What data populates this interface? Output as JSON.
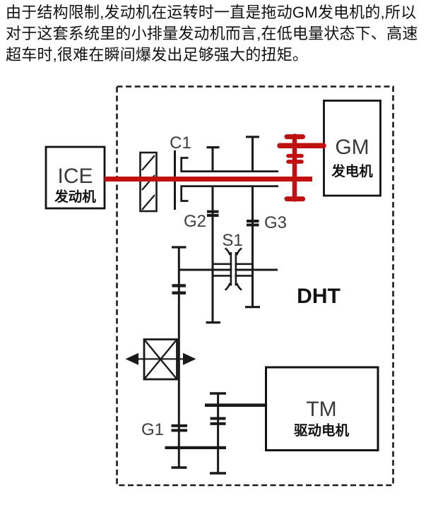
{
  "intro": {
    "lines": [
      "由于结构限制,发动机在运转时一直是拖动GM发电机的,所以",
      "对于这套系统里的小排量发动机而言,在低电量状态下、高速",
      "超车时,很难在瞬间爆发出足够强大的扭矩。"
    ]
  },
  "diagram": {
    "boxes": {
      "ice": {
        "title": "ICE",
        "subtitle": "发动机"
      },
      "gm": {
        "title": "GM",
        "subtitle": "发电机"
      },
      "tm": {
        "title": "TM",
        "subtitle": "驱动电机"
      }
    },
    "labels": {
      "c1": "C1",
      "g1": "G1",
      "g2": "G2",
      "g3": "G3",
      "s1": "S1",
      "dht": "DHT"
    },
    "colors": {
      "shaft_red": "#bf1111",
      "line_black": "#1a1a1a",
      "label_gray": "#3d3d3d"
    }
  }
}
